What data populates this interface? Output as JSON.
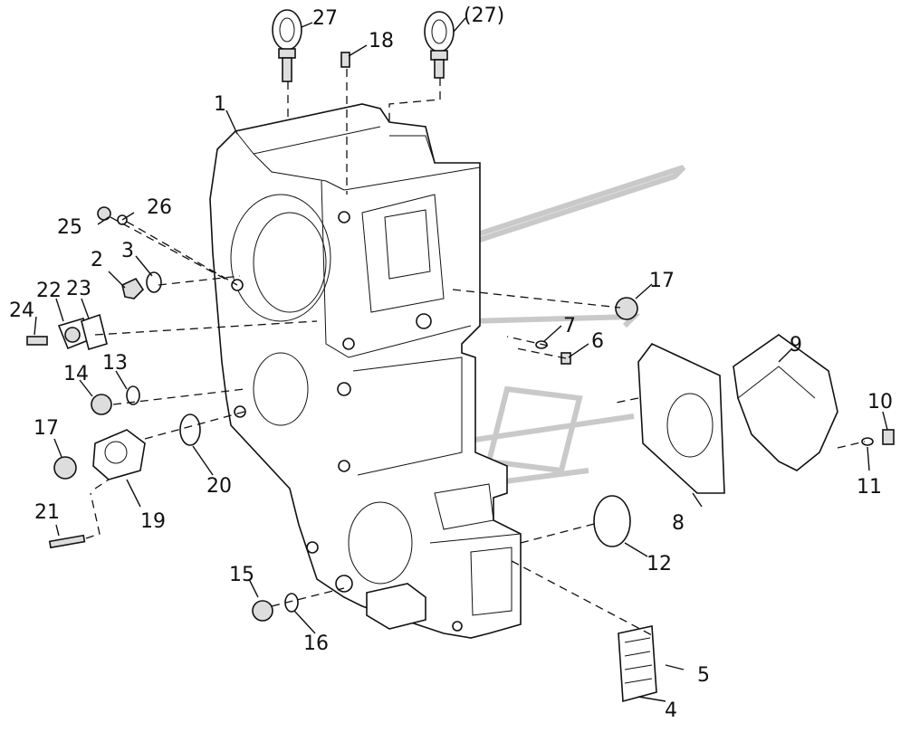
{
  "diagram": {
    "callouts": [
      {
        "id": "1",
        "text": "1"
      },
      {
        "id": "2",
        "text": "2"
      },
      {
        "id": "3",
        "text": "3"
      },
      {
        "id": "4",
        "text": "4"
      },
      {
        "id": "5",
        "text": "5"
      },
      {
        "id": "6",
        "text": "6"
      },
      {
        "id": "7",
        "text": "7"
      },
      {
        "id": "8",
        "text": "8"
      },
      {
        "id": "9",
        "text": "9"
      },
      {
        "id": "10",
        "text": "10"
      },
      {
        "id": "11",
        "text": "11"
      },
      {
        "id": "12",
        "text": "12"
      },
      {
        "id": "13",
        "text": "13"
      },
      {
        "id": "14",
        "text": "14"
      },
      {
        "id": "15",
        "text": "15"
      },
      {
        "id": "16",
        "text": "16"
      },
      {
        "id": "17a",
        "text": "17"
      },
      {
        "id": "17b",
        "text": "17"
      },
      {
        "id": "18",
        "text": "18"
      },
      {
        "id": "19",
        "text": "19"
      },
      {
        "id": "20",
        "text": "20"
      },
      {
        "id": "21",
        "text": "21"
      },
      {
        "id": "22",
        "text": "22"
      },
      {
        "id": "23",
        "text": "23"
      },
      {
        "id": "24",
        "text": "24"
      },
      {
        "id": "25",
        "text": "25"
      },
      {
        "id": "26",
        "text": "26"
      },
      {
        "id": "27",
        "text": "27"
      },
      {
        "id": "27p",
        "text": "(27)"
      }
    ]
  }
}
